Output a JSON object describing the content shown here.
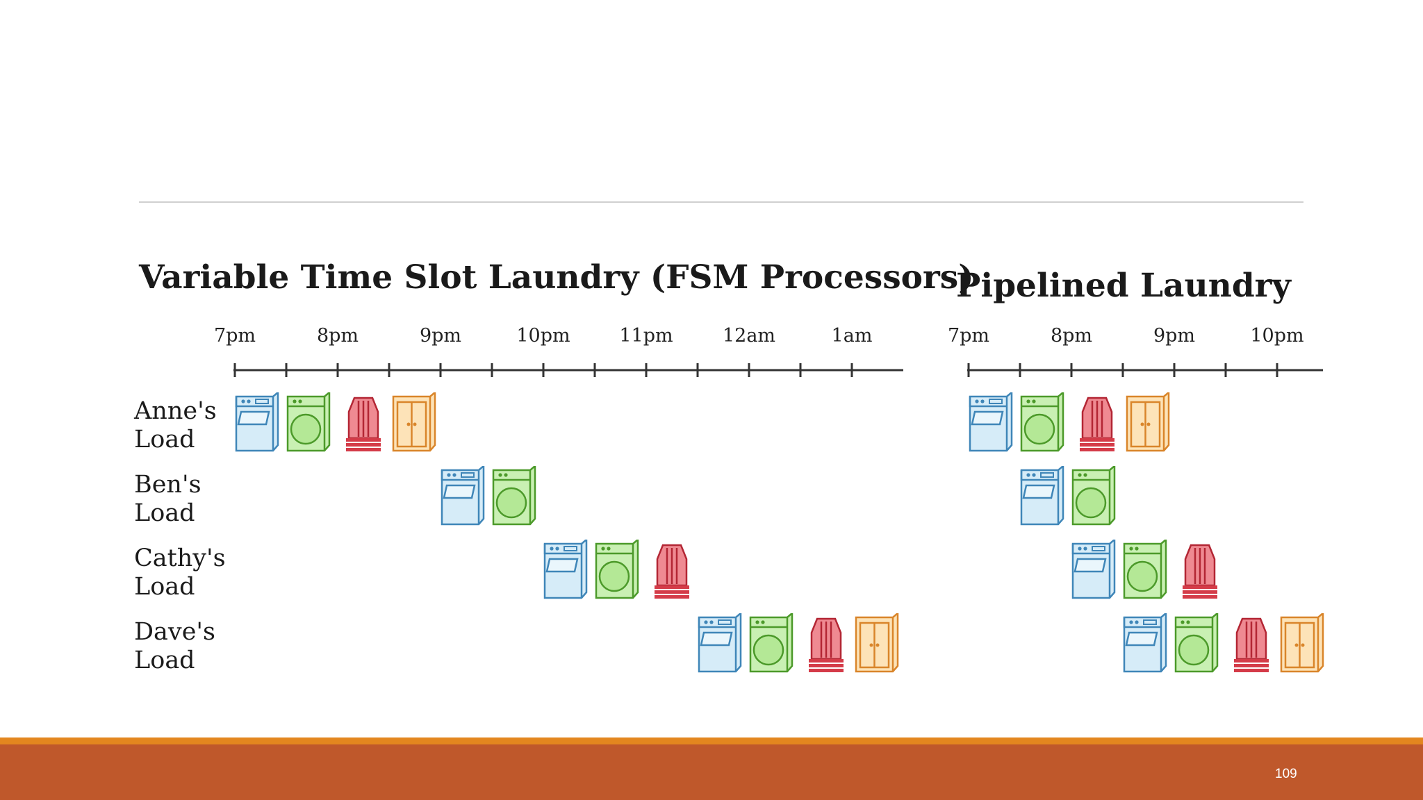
{
  "left_panel": {
    "title": "Variable Time Slot Laundry (FSM Processors)",
    "time_labels": [
      "7pm",
      "8pm",
      "9pm",
      "10pm",
      "11pm",
      "12am",
      "1am"
    ]
  },
  "right_panel": {
    "title": "Pipelined Laundry",
    "time_labels": [
      "7pm",
      "8pm",
      "9pm",
      "10pm"
    ]
  },
  "loads": [
    {
      "name_line1": "Anne's",
      "name_line2": "Load"
    },
    {
      "name_line1": "Ben's",
      "name_line2": "Load"
    },
    {
      "name_line1": "Cathy's",
      "name_line2": "Load"
    },
    {
      "name_line1": "Dave's",
      "name_line2": "Load"
    }
  ],
  "stage_icons": [
    "washer-icon",
    "dryer-icon",
    "folder-icon",
    "closet-icon"
  ],
  "schedule_variable": [
    {
      "load": "Anne's",
      "stages": [
        "washer",
        "dryer",
        "folder",
        "closet"
      ],
      "start": "7pm"
    },
    {
      "load": "Ben's",
      "stages": [
        "washer",
        "dryer"
      ],
      "start": "9pm"
    },
    {
      "load": "Cathy's",
      "stages": [
        "washer",
        "dryer",
        "folder"
      ],
      "start": "10pm"
    },
    {
      "load": "Dave's",
      "stages": [
        "washer",
        "dryer",
        "folder",
        "closet"
      ],
      "start": "11:30pm"
    }
  ],
  "schedule_pipelined": [
    {
      "load": "Anne's",
      "stages": [
        "washer",
        "dryer",
        "folder",
        "closet"
      ],
      "start": "7pm"
    },
    {
      "load": "Ben's",
      "stages": [
        "washer",
        "dryer"
      ],
      "start": "7:30pm"
    },
    {
      "load": "Cathy's",
      "stages": [
        "washer",
        "dryer",
        "folder"
      ],
      "start": "8pm"
    },
    {
      "load": "Dave's",
      "stages": [
        "washer",
        "dryer",
        "folder",
        "closet"
      ],
      "start": "8:30pm"
    }
  ],
  "colors": {
    "washer": "#d6ecf8",
    "washer_stroke": "#3f86b8",
    "dryer": "#c9f0b3",
    "dryer_stroke": "#4c9a2a",
    "folder": "#d43b48",
    "closet": "#fde3b8",
    "closet_stroke": "#d9852a",
    "footer": "#bf582b",
    "footer_accent": "#e3861f"
  },
  "page_number": "109"
}
